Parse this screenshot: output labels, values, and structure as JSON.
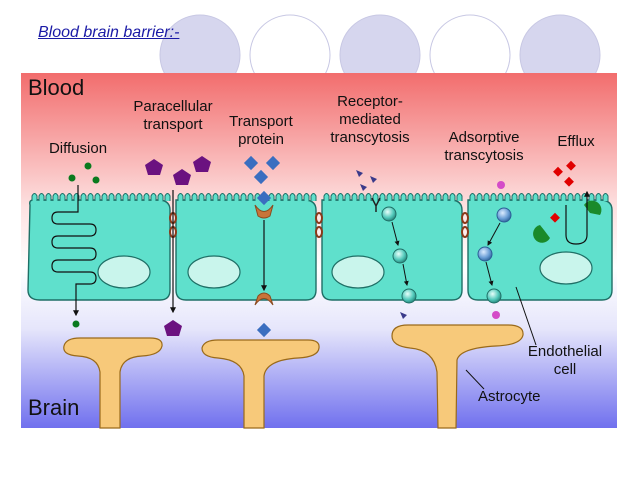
{
  "slide": {
    "title": "Blood brain barrier:-",
    "region_labels": {
      "blood": "Blood",
      "brain": "Brain"
    },
    "mechanisms": [
      {
        "id": "diffusion",
        "label": "Diffusion"
      },
      {
        "id": "paracellular",
        "label": "Paracellular transport",
        "lines": [
          "Paracellular",
          "transport"
        ]
      },
      {
        "id": "transport-protein",
        "label": "Transport protein",
        "lines": [
          "Transport",
          "protein"
        ]
      },
      {
        "id": "receptor-mediated",
        "label": "Receptor-mediated transcytosis",
        "lines": [
          "Receptor-",
          "mediated",
          "transcytosis"
        ]
      },
      {
        "id": "adsorptive",
        "label": "Adsorptive transcytosis",
        "lines": [
          "Adsorptive",
          "transcytosis"
        ]
      },
      {
        "id": "efflux",
        "label": "Efflux"
      }
    ],
    "structure_labels": {
      "endothelial": [
        "Endothelial",
        "cell"
      ],
      "astrocyte": "Astrocyte"
    },
    "colors": {
      "blood_top": "#f26d6d",
      "brain_bottom": "#7070ee",
      "cell_fill": "#5fe0cc",
      "cell_stroke": "#1f6f66",
      "astrocyte_fill": "#f7c97a",
      "paracellular_molecule": "#6b1280",
      "transport_molecule": "#3a6ec0",
      "diffusion_molecule": "#0a7a1e",
      "efflux_molecule": "#e00000",
      "decor_circle": "#d6d6ee"
    }
  }
}
